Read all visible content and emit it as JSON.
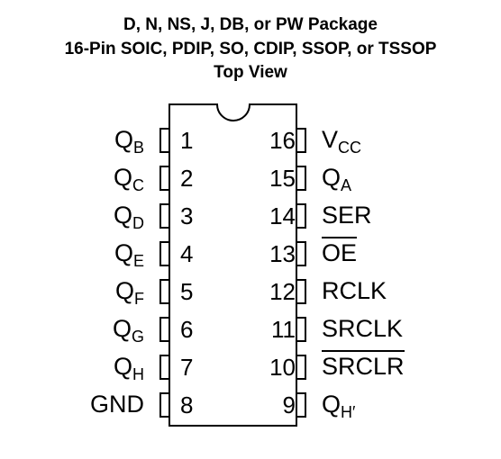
{
  "title": {
    "line1": "D, N, NS, J, DB, or PW Package",
    "line2": "16-Pin SOIC, PDIP, SO, CDIP, SSOP, or TSSOP",
    "line3": "Top View"
  },
  "left_pins": [
    {
      "number": "1",
      "name": "Q",
      "sub": "B"
    },
    {
      "number": "2",
      "name": "Q",
      "sub": "C"
    },
    {
      "number": "3",
      "name": "Q",
      "sub": "D"
    },
    {
      "number": "4",
      "name": "Q",
      "sub": "E"
    },
    {
      "number": "5",
      "name": "Q",
      "sub": "F"
    },
    {
      "number": "6",
      "name": "Q",
      "sub": "G"
    },
    {
      "number": "7",
      "name": "Q",
      "sub": "H"
    },
    {
      "number": "8",
      "name": "GND",
      "sub": ""
    }
  ],
  "right_pins": [
    {
      "number": "16",
      "name": "V",
      "sub": "CC",
      "overline": false
    },
    {
      "number": "15",
      "name": "Q",
      "sub": "A",
      "overline": false
    },
    {
      "number": "14",
      "name": "SER",
      "sub": "",
      "overline": false
    },
    {
      "number": "13",
      "name": "OE",
      "sub": "",
      "overline": true
    },
    {
      "number": "12",
      "name": "RCLK",
      "sub": "",
      "overline": false
    },
    {
      "number": "11",
      "name": "SRCLK",
      "sub": "",
      "overline": false
    },
    {
      "number": "10",
      "name": "SRCLR",
      "sub": "",
      "overline": true
    },
    {
      "number": "9",
      "name": "Q",
      "sub": "H′",
      "overline": false
    }
  ]
}
